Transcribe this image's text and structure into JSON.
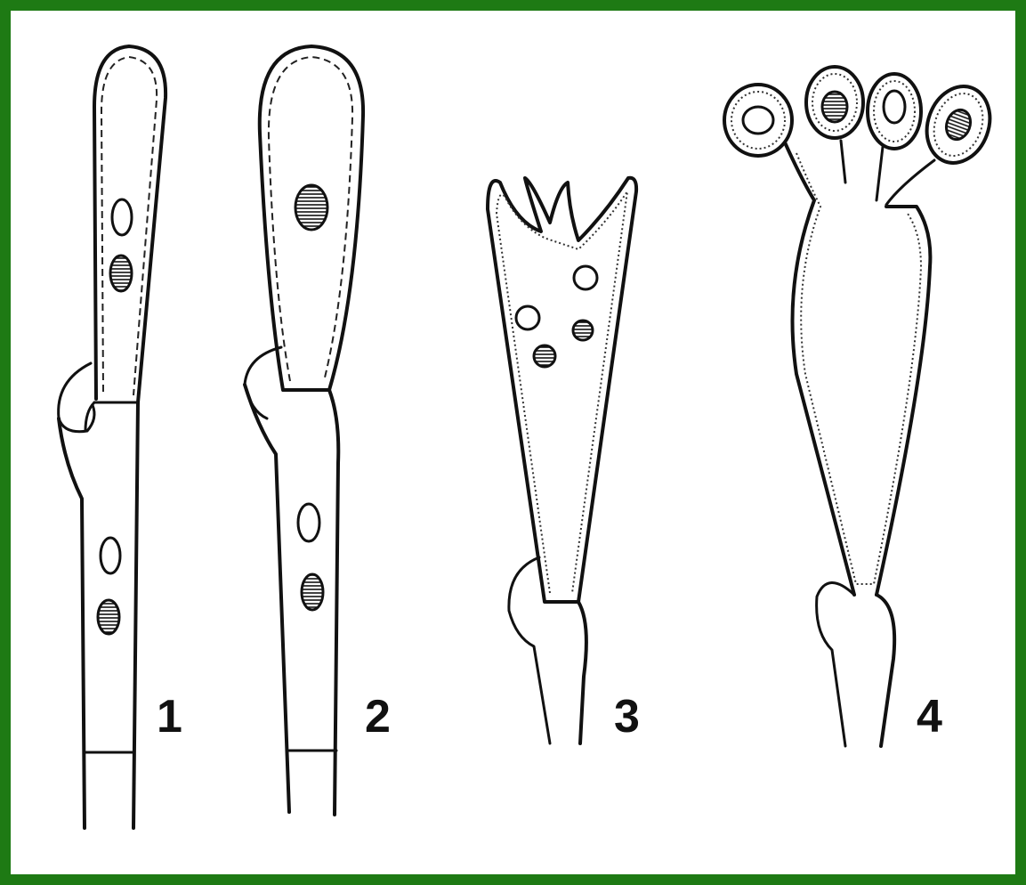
{
  "figure": {
    "border_color": "#1e7a14",
    "background_color": "#ffffff",
    "ink_color": "#111111",
    "stages": [
      {
        "label": "1"
      },
      {
        "label": "2"
      },
      {
        "label": "3"
      },
      {
        "label": "4"
      }
    ]
  }
}
